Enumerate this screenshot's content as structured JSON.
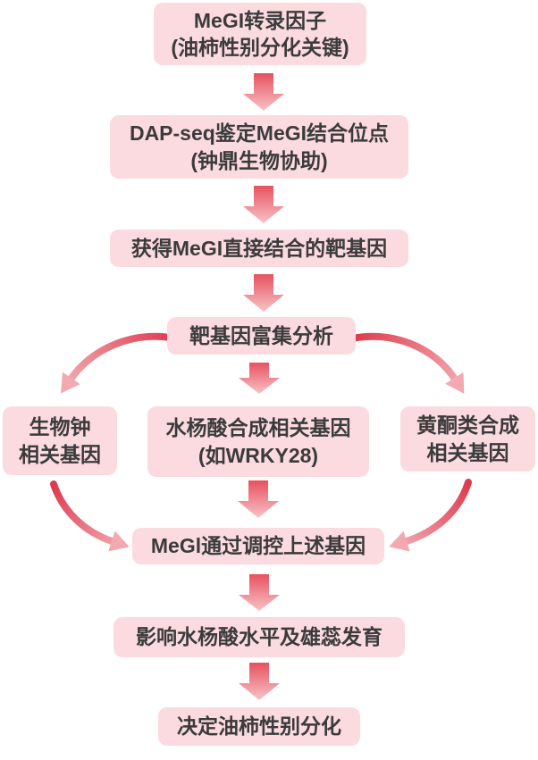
{
  "flow": {
    "step1": {
      "line1": "MeGI转录因子",
      "line2": "(油柿性别分化关键)"
    },
    "step2": {
      "line1": "DAP-seq鉴定MeGI结合位点",
      "line2": "(钟鼎生物协助)"
    },
    "step3": {
      "line1": "获得MeGI直接结合的靶基因"
    },
    "step4": {
      "line1": "靶基因富集分析"
    },
    "branch_left": {
      "line1": "生物钟",
      "line2": "相关基因"
    },
    "branch_middle": {
      "line1": "水杨酸合成相关基因",
      "line2": "(如WRKY28)"
    },
    "branch_right": {
      "line1": "黄酮类合成",
      "line2": "相关基因"
    },
    "step5": {
      "line1": "MeGl通过调控上述基因"
    },
    "step6": {
      "line1": "影响水杨酸水平及雄蕊发育"
    },
    "step7": {
      "line1": "决定油柿性别分化"
    }
  },
  "colors": {
    "box_fill": "#fbdbdf",
    "text_color": "#3b3b3b",
    "arrow_top": "#e7515f",
    "arrow_bottom": "#f7c3c7",
    "curve_tail": "#dd3a4e",
    "curve_head": "#f2a9b0"
  }
}
